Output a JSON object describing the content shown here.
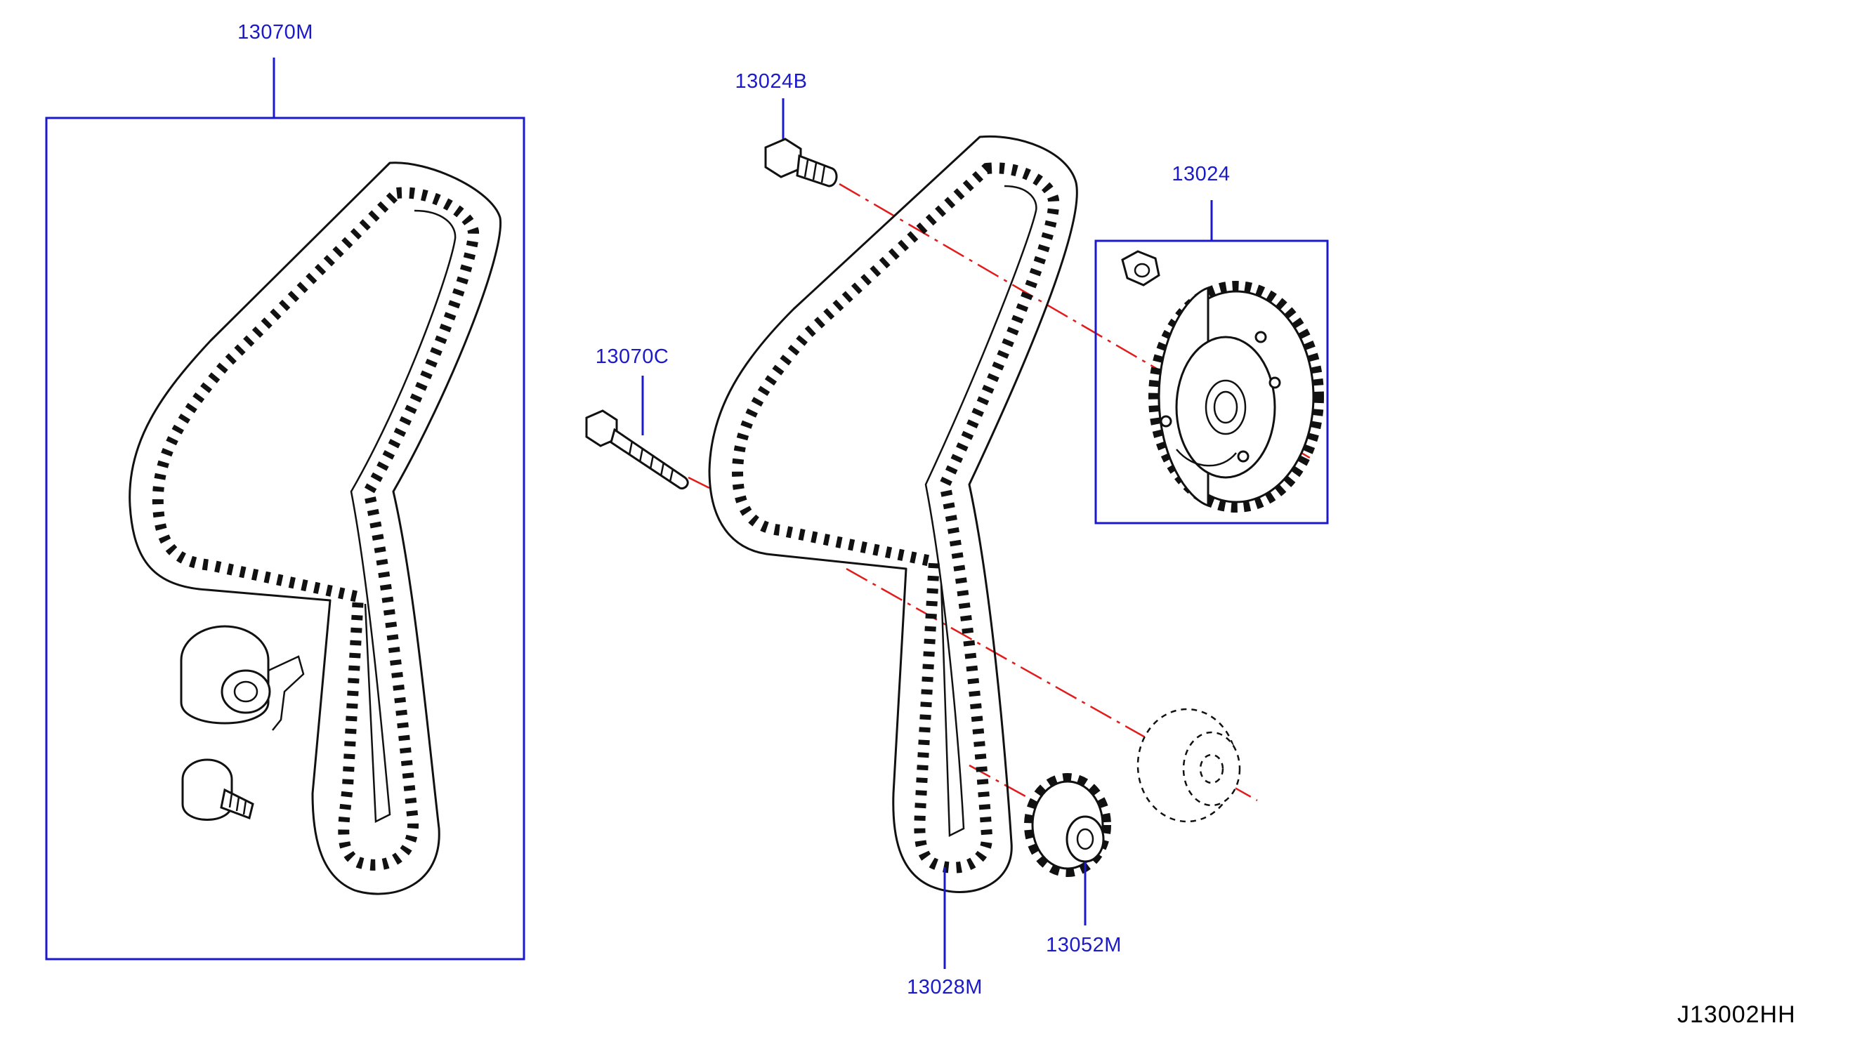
{
  "diagram_code": "J13002HH",
  "callouts": [
    {
      "id": "kit",
      "text": "13070M"
    },
    {
      "id": "bolt_small",
      "text": "13024B"
    },
    {
      "id": "cam_sprocket",
      "text": "13024"
    },
    {
      "id": "tensioner_bolt",
      "text": "13070C"
    },
    {
      "id": "timing_belt",
      "text": "13028M"
    },
    {
      "id": "crank_sprocket",
      "text": "13052M"
    }
  ]
}
